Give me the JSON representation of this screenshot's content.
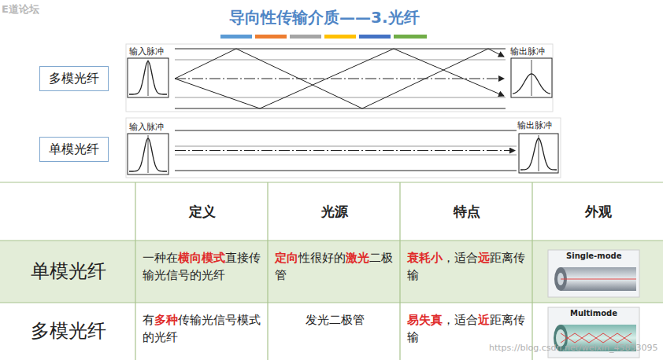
{
  "diagram": {
    "title": "导向性传输介质——3.光纤",
    "nodes": [
      {
        "text": [
          "多模光纤"
        ]
      },
      {
        "text": [
          "单模光纤"
        ]
      }
    ],
    "labels": [
      "E道论坛",
      "输入脉冲",
      "输出脉冲",
      "输入脉冲",
      "输出脉冲",
      "定义",
      "光源",
      "特点",
      "外观",
      "单模光纤",
      "一种在",
      "横向模式",
      "直接传输光信号的光纤",
      "定向",
      "性很好的",
      "激光",
      "二极管",
      "衰耗小",
      "，适合",
      "远",
      "距离传输",
      "Single-mode",
      "多模光纤",
      "有",
      "多种",
      "传输光信号模式的光纤",
      "发光二极管",
      "易失真",
      "，适合",
      "近",
      "距离传输",
      "Multimode",
      "https://blog.csdn.net/weixin_45833095"
    ]
  }
}
